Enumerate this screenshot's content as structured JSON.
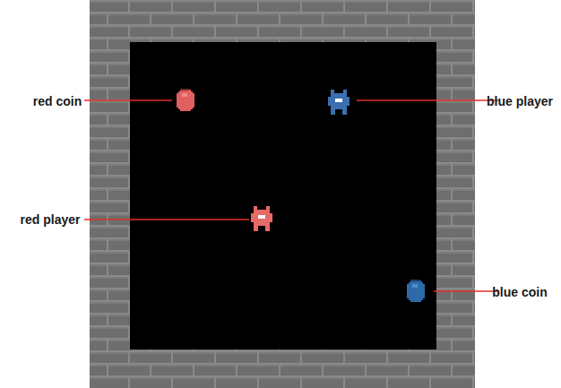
{
  "diagram": {
    "labels": [
      "red coin",
      "blue player",
      "red player",
      "blue coin"
    ]
  }
}
